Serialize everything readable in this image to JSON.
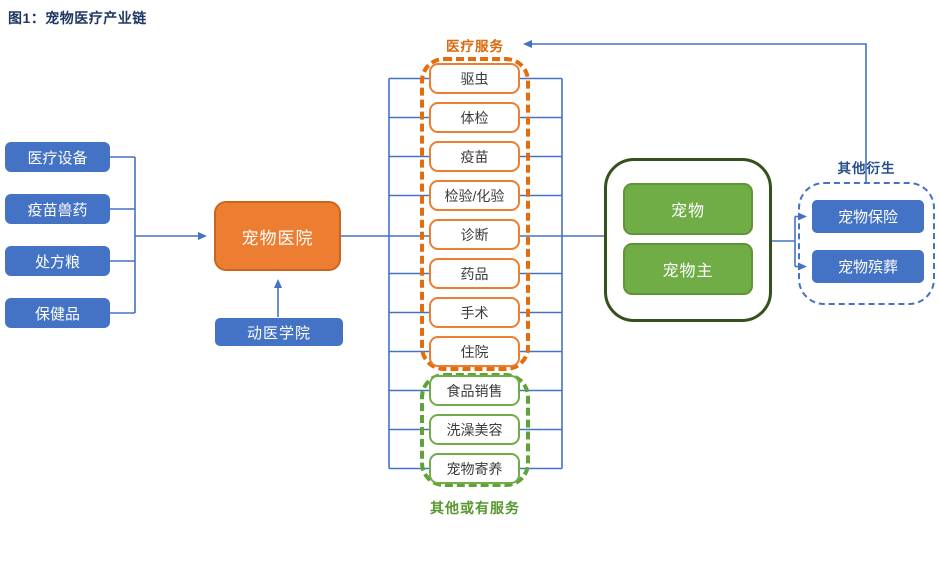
{
  "title": "图1：宠物医疗产业链",
  "colors": {
    "accent_blue": "#4472C4",
    "accent_orange": "#ED7D31",
    "accent_green": "#70AD47",
    "dark_green_outline": "#33511c",
    "title_navy": "#1F3864",
    "orange_dashed": "#E36D0C",
    "green_dashed": "#5FA338"
  },
  "suppliers": [
    "医疗设备",
    "疫苗兽药",
    "处方粮",
    "保健品"
  ],
  "hospital": {
    "label": "宠物医院"
  },
  "college": {
    "label": "动医学院"
  },
  "medical_services": {
    "label": "医疗服务",
    "items": [
      "驱虫",
      "体检",
      "疫苗",
      "检验/化验",
      "诊断",
      "药品",
      "手术",
      "住院"
    ]
  },
  "other_services": {
    "label": "其他或有服务",
    "items": [
      "食品销售",
      "洗澡美容",
      "宠物寄养"
    ]
  },
  "customers": [
    "宠物",
    "宠物主"
  ],
  "derivatives": {
    "label": "其他衍生",
    "items": [
      "宠物保险",
      "宠物殡葬"
    ]
  }
}
